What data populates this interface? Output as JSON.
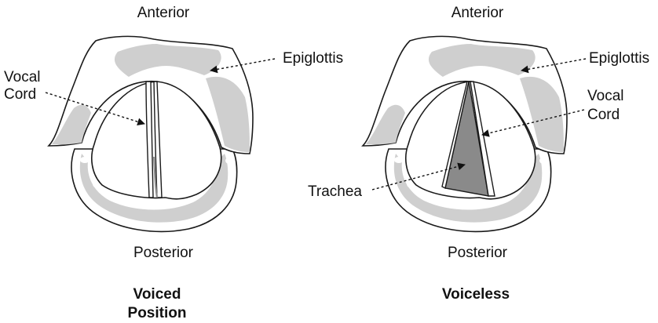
{
  "left_panel": {
    "top_label": "Anterior",
    "bottom_label": "Posterior",
    "epiglottis_label": "Epiglottis",
    "vocal_cord_label_line1": "Vocal",
    "vocal_cord_label_line2": "Cord",
    "caption_line1": "Voiced",
    "caption_line2": "Position"
  },
  "right_panel": {
    "top_label": "Anterior",
    "bottom_label": "Posterior",
    "epiglottis_label": "Epiglottis",
    "vocal_cord_label_line1": "Vocal",
    "vocal_cord_label_line2": "Cord",
    "trachea_label": "Trachea",
    "caption": "Voiceless"
  },
  "colors": {
    "tissue": "#cfcfcf",
    "trachea": "#8a8a8a",
    "outline": "#1a1a1a"
  }
}
